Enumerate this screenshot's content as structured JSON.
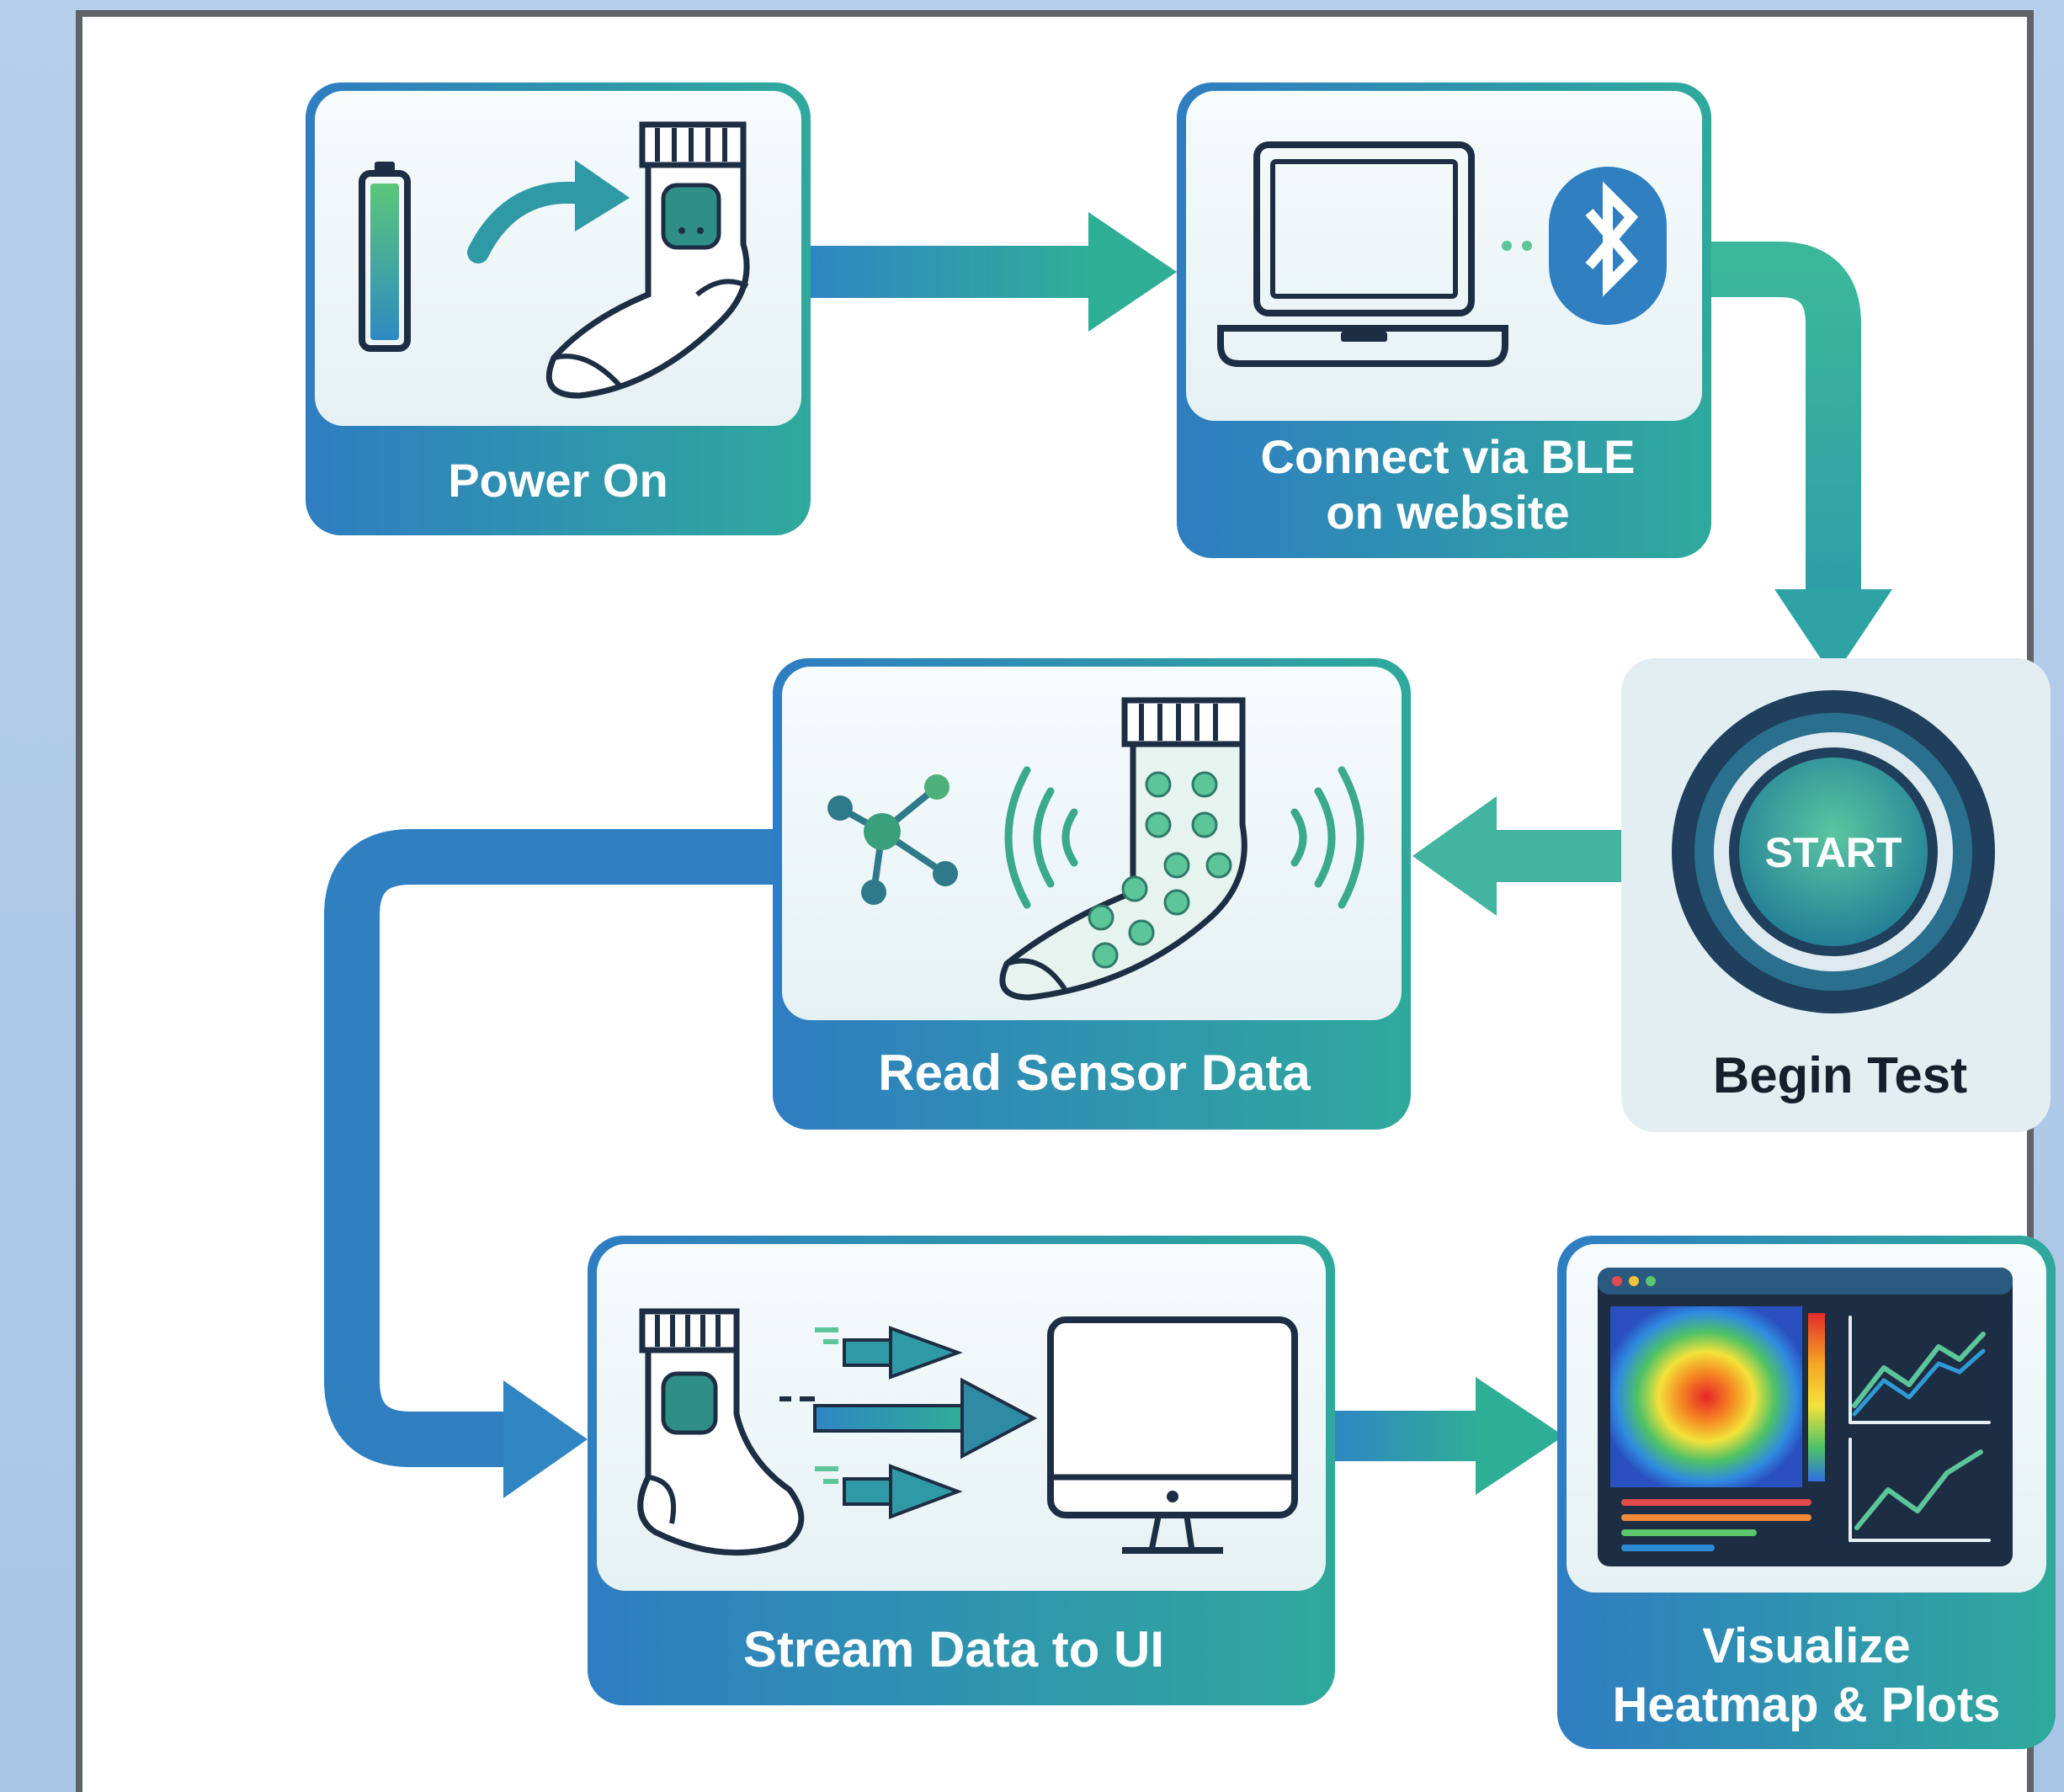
{
  "steps": {
    "power_on": "Power On",
    "connect_line1": "Connect via BLE",
    "connect_line2": "on website",
    "begin_test": "Begin Test",
    "start_button": "START",
    "read_sensor": "Read Sensor Data",
    "stream": "Stream Data to UI",
    "visualize_line1": "Visualize",
    "visualize_line2": "Heatmap & Plots"
  },
  "colors": {
    "teal": "#2fa79a",
    "blue": "#2f7fc1",
    "light_green": "#5cc59a",
    "dark_navy": "#1d2e44",
    "card_bg": "#eef5f7"
  }
}
